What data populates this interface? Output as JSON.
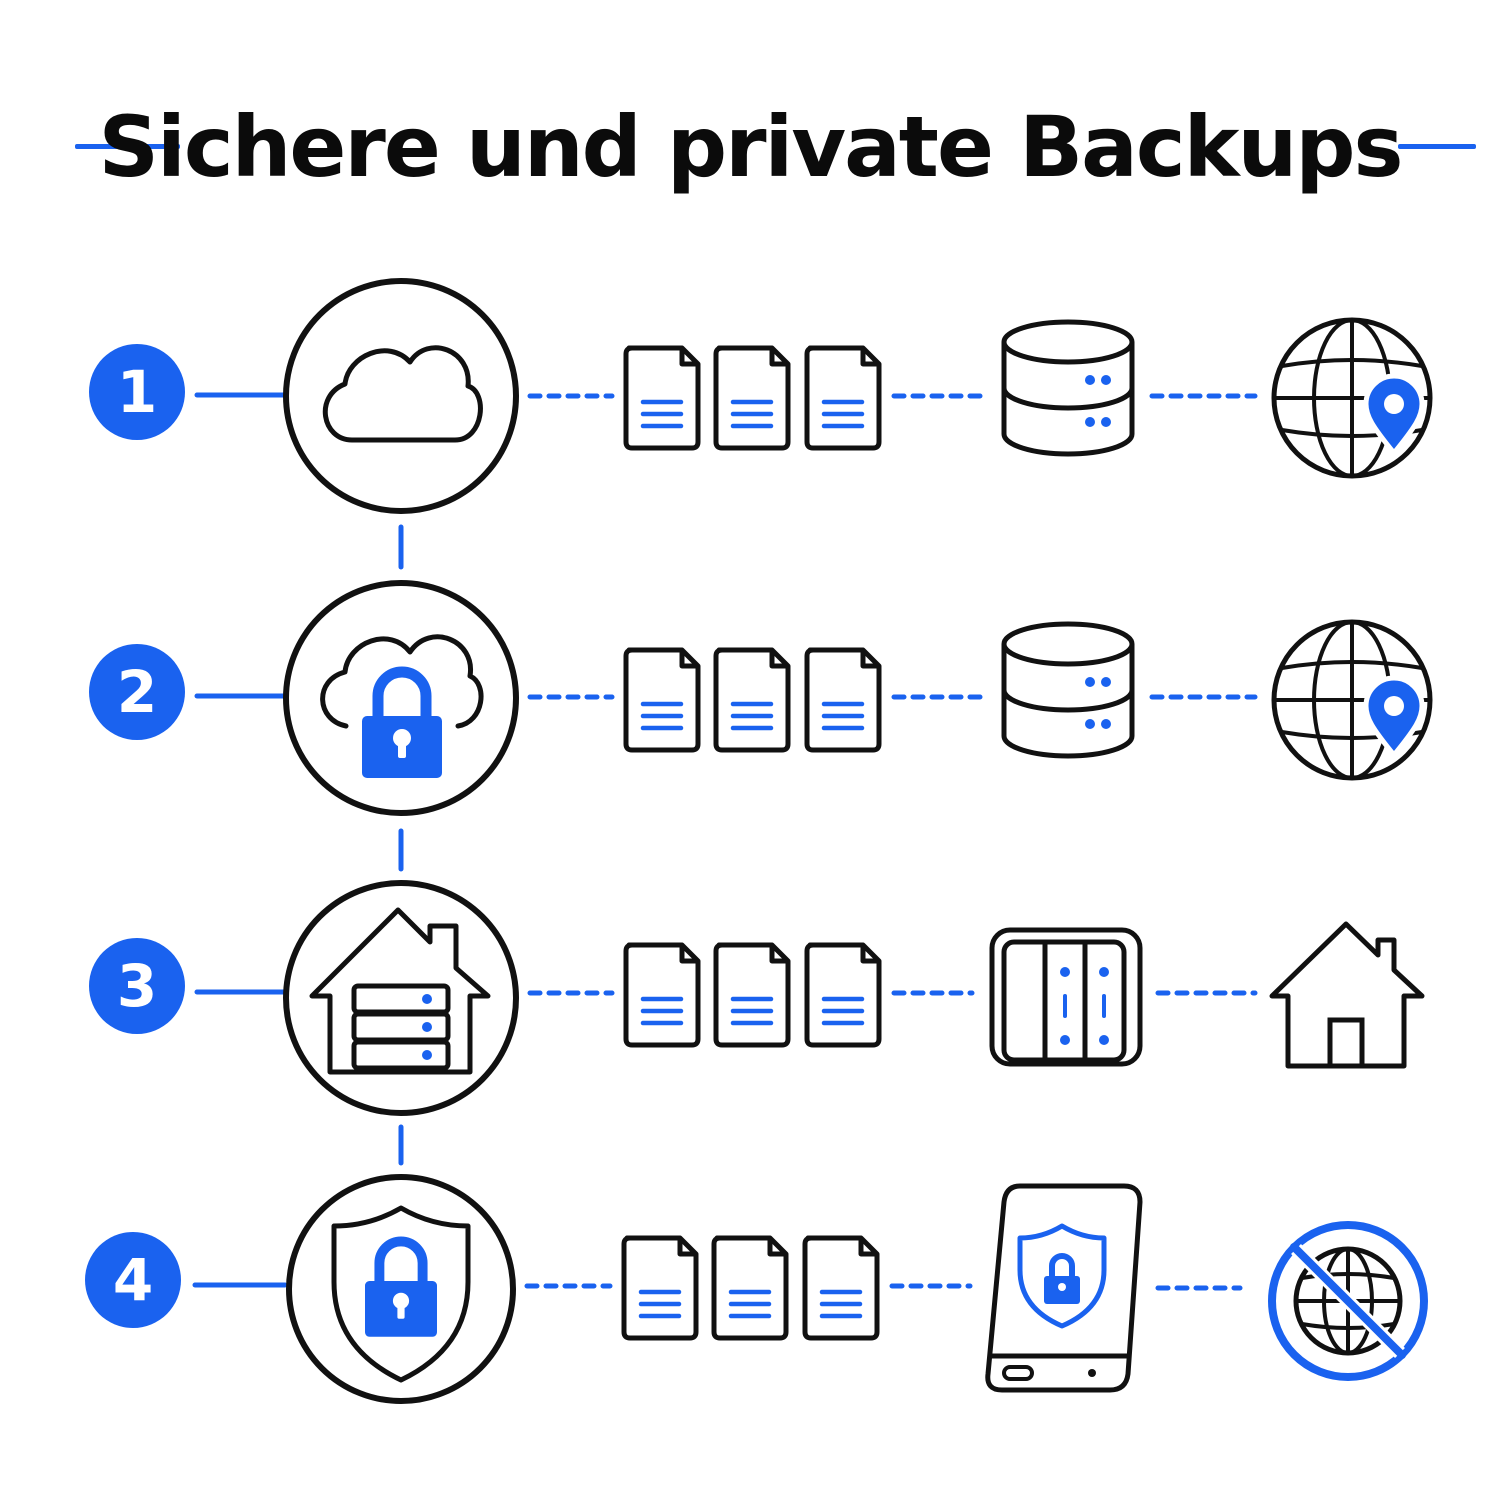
{
  "title": "Sichere und private Backups",
  "colors": {
    "accent": "#1a62ef",
    "ink": "#111111",
    "background": "#ffffff"
  },
  "rows": [
    {
      "number": "1",
      "source_icon": "cloud-icon",
      "files_icon": "documents-icon",
      "storage_icon": "database-icon",
      "destination_icon": "globe-location-icon"
    },
    {
      "number": "2",
      "source_icon": "cloud-lock-icon",
      "files_icon": "documents-icon",
      "storage_icon": "database-icon",
      "destination_icon": "globe-location-icon"
    },
    {
      "number": "3",
      "source_icon": "home-server-icon",
      "files_icon": "documents-icon",
      "storage_icon": "nas-drive-icon",
      "destination_icon": "house-icon"
    },
    {
      "number": "4",
      "source_icon": "shield-lock-icon",
      "files_icon": "documents-icon",
      "storage_icon": "encrypted-external-drive-icon",
      "destination_icon": "no-internet-icon"
    }
  ]
}
